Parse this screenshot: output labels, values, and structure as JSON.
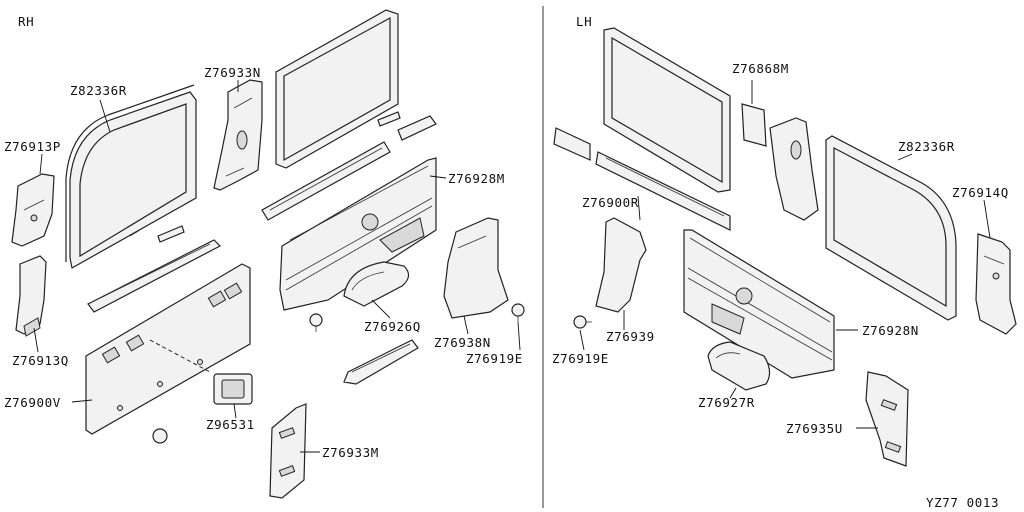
{
  "sides": {
    "right": "RH",
    "left": "LH"
  },
  "figure_code": "YZ77  0013",
  "parts": {
    "rh_frame": "Z82336R",
    "rh_pillar_upper": "Z76933N",
    "rh_corner_trim": "Z76913P",
    "rh_lower_trim": "Z76928M",
    "rh_lower_corner": "Z76913Q",
    "rh_wheelhouse": "Z76926Q",
    "rh_rear_pillar": "Z76938N",
    "rh_clip": "Z76919E",
    "rh_side_panel": "Z76900V",
    "rh_cover": "Z96531",
    "rh_bracket": "Z76933M",
    "lh_cover": "Z76868M",
    "lh_frame": "Z82336R",
    "lh_rail": "Z76900R",
    "lh_corner_trim": "Z76914Q",
    "lh_lower_trim": "Z76928N",
    "lh_pillar": "Z76939",
    "lh_clip": "Z76919E",
    "lh_wheelhouse": "Z76927R",
    "lh_bracket": "Z76935U"
  }
}
